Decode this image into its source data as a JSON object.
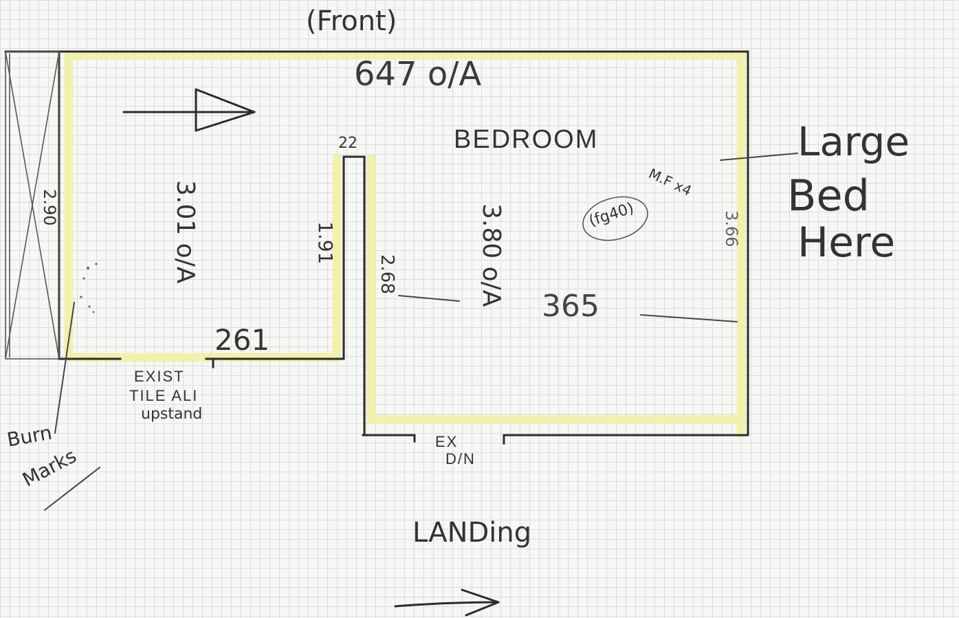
{
  "labels": {
    "front": "(Front)",
    "top_dim": "647 o/A",
    "bedroom": "BEDROOM",
    "dim_22": "22",
    "left_side_dim": "2.90",
    "left_room_dim": "3.01 o/A",
    "dim_191": "1.91",
    "dim_261": "261",
    "dim_268": "2.68",
    "center_dim": "3.80 o/A",
    "fg40": "(fg40)",
    "mf": "M.F x4",
    "right_dim": "3.66",
    "dim_365": "365",
    "large_bed_line1": "Large",
    "large_bed_line2": "Bed",
    "large_bed_line3": "Here",
    "exist_line1": "EXIST",
    "exist_line2": "TILE ALI",
    "exist_line3": "upstand",
    "burn_line1": "Burn",
    "burn_line2": "Marks",
    "ex_line1": "EX",
    "ex_line2": "D/N",
    "landing": "LANDing"
  },
  "colors": {
    "ink": "#2b2b2b",
    "highlight": "#f2f0a6",
    "grid": "#dcdcdc"
  }
}
